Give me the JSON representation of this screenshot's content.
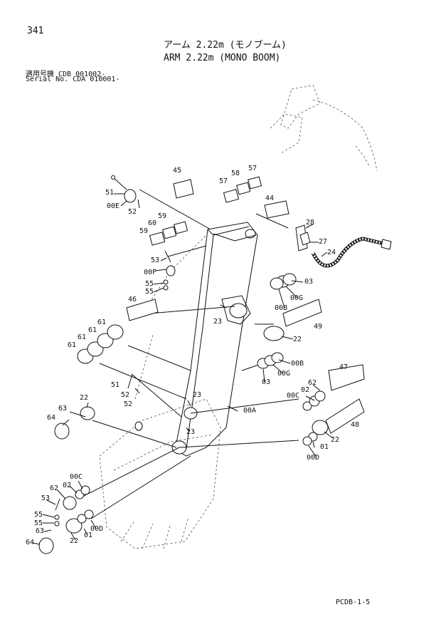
{
  "header": {
    "page_number": "341",
    "title_jp": "アーム 2.22m (モノブーム)",
    "title_en": "ARM 2.22m (MONO BOOM)",
    "applicability_1": "適用号機 CDB 001002-",
    "applicability_2": "Serial No. CDA 010001-"
  },
  "footer": {
    "drawing_code": "PCDB-1-5"
  },
  "callouts": {
    "c45": "45",
    "c57a": "57",
    "c58": "58",
    "c57b": "57",
    "c51a": "51",
    "c44": "44",
    "c00e": "00E",
    "c52a": "52",
    "c59a": "59",
    "c60": "60",
    "c59b": "59",
    "c28": "28",
    "c27": "27",
    "c24": "24",
    "c53a": "53",
    "c00f": "00F",
    "c03a": "03",
    "c55a": "55",
    "c55b": "55",
    "c00b_a": "00B",
    "c00g_a": "00G",
    "c46": "46",
    "c23a": "23",
    "c49": "49",
    "c61a": "61",
    "c61b": "61",
    "c61c": "61",
    "c61d": "61",
    "c22a": "22",
    "c00b_b": "00B",
    "c00g_b": "00G",
    "c03b": "03",
    "c51b": "51",
    "c52b": "52",
    "c52c": "52",
    "c47": "47",
    "c62a": "62",
    "c00c_a": "00C",
    "c02a": "02",
    "c22b": "22",
    "c63a": "63",
    "c23b": "23",
    "c00a": "00A",
    "c64a": "64",
    "c48": "48",
    "c23c": "23",
    "c22c": "22",
    "c01a": "01",
    "c00d_a": "00D",
    "c00c_b": "00C",
    "c02b": "02",
    "c62b": "62",
    "c53b": "53",
    "c55c": "55",
    "c55d": "55",
    "c63b": "63",
    "c01b": "01",
    "c00d_b": "00D",
    "c22d": "22",
    "c64b": "64"
  }
}
